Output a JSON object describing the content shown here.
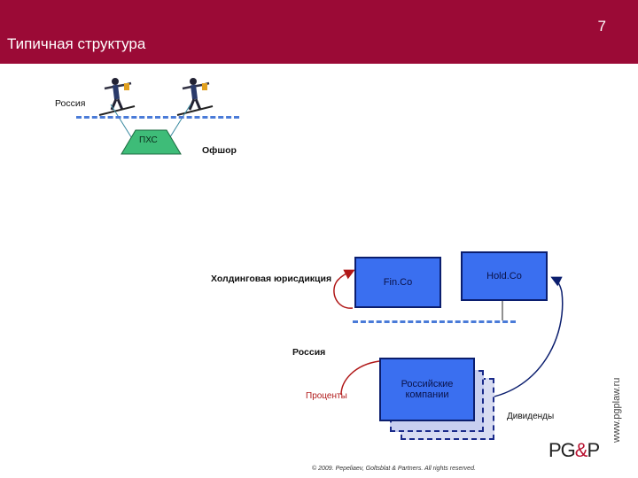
{
  "slide": {
    "number": "7",
    "title": "Типичная структура"
  },
  "top_diagram": {
    "country_label": "Россия",
    "triangle_label": "ПХС",
    "offshore_label": "Офшор"
  },
  "bottom_diagram": {
    "holding_label": "Холдинговая юрисдикция",
    "finco_label": "Fin.Co",
    "holdco_label": "Hold.Co",
    "country_label": "Россия",
    "companies_label": "Российские компании",
    "interest_label": "Проценты",
    "dividends_label": "Дивиденды"
  },
  "footer": {
    "copyright": "© 2009. Pepeliaev, Goltsblat & Partners. All rights reserved.",
    "logo_main": "PG",
    "logo_amp": "&",
    "logo_end": "P",
    "url": "www.pgplaw.ru"
  },
  "colors": {
    "header": "#9b0a36",
    "box": "#3a6ff0",
    "triangle": "#3ebc78",
    "dash": "#4a7bd8",
    "arrow_red": "#b01818"
  }
}
